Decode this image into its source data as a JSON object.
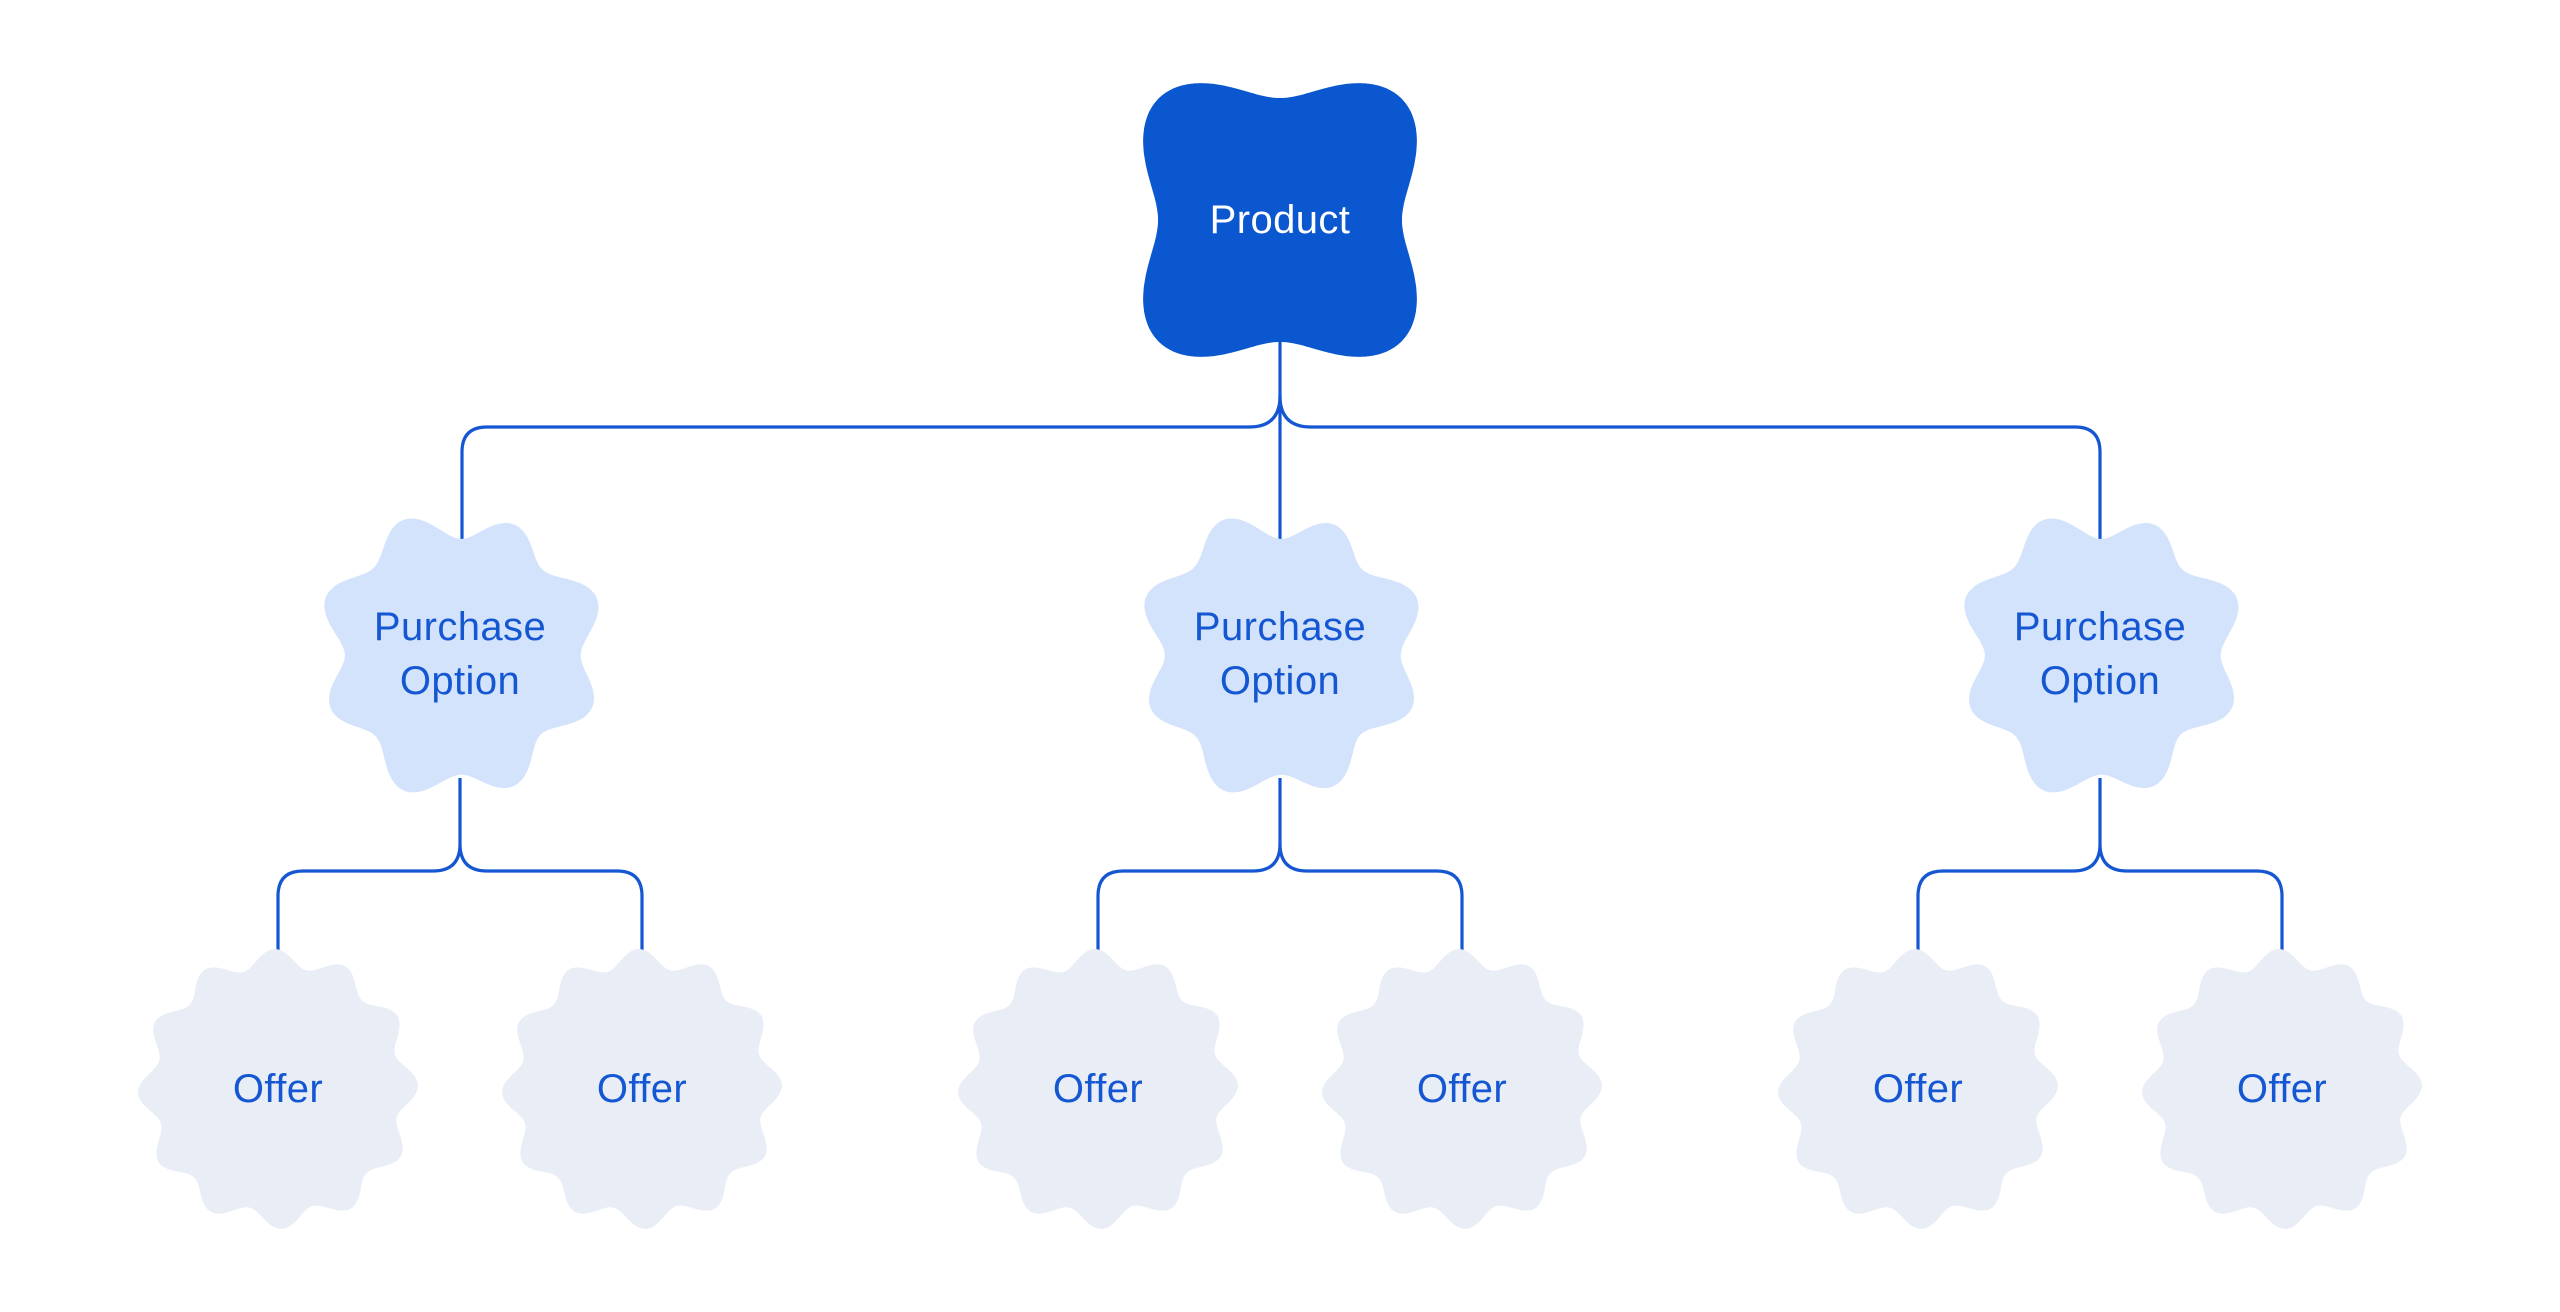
{
  "diagram": {
    "root": {
      "label": "Product"
    },
    "purchase_options": [
      {
        "label": "Purchase Option",
        "label_lines": [
          "Purchase",
          "Option"
        ],
        "offers": [
          {
            "label": "Offer"
          },
          {
            "label": "Offer"
          }
        ]
      },
      {
        "label": "Purchase Option",
        "label_lines": [
          "Purchase",
          "Option"
        ],
        "offers": [
          {
            "label": "Offer"
          },
          {
            "label": "Offer"
          }
        ]
      },
      {
        "label": "Purchase Option",
        "label_lines": [
          "Purchase",
          "Option"
        ],
        "offers": [
          {
            "label": "Offer"
          },
          {
            "label": "Offer"
          }
        ]
      }
    ],
    "colors": {
      "background": "#ffffff",
      "root_fill": "#0b57d0",
      "root_text": "#ffffff",
      "purchase_fill": "#d3e3fc",
      "offer_fill": "#e8edf6",
      "label_color": "#1557d2",
      "connector": "#1557d2"
    }
  }
}
